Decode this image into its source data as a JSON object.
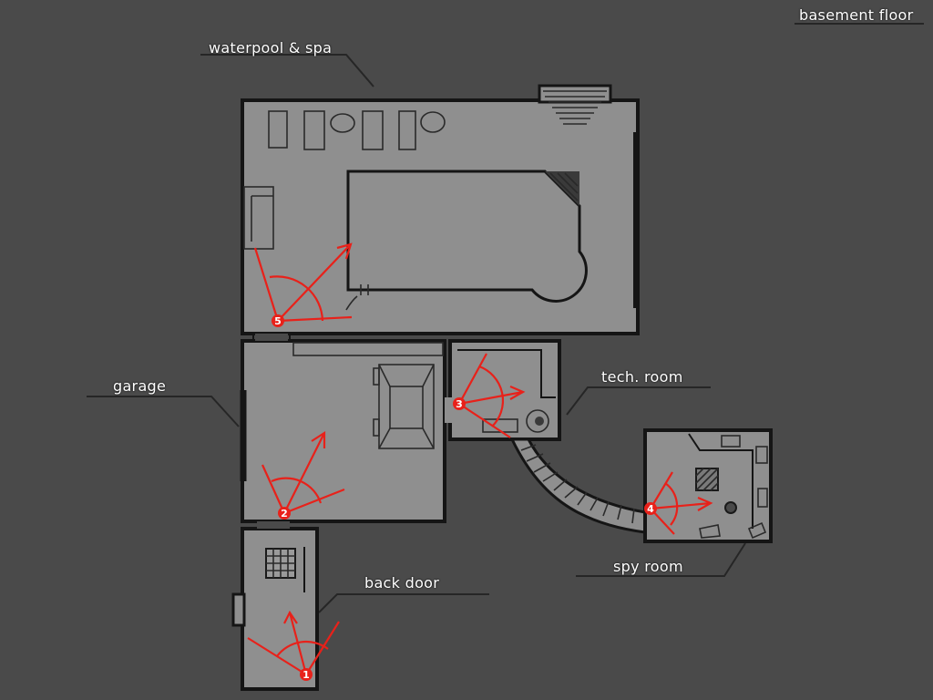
{
  "floor_title": "basement floor",
  "rooms": {
    "waterpool_spa": "waterpool & spa",
    "garage": "garage",
    "tech_room": "tech. room",
    "spy_room": "spy room",
    "back_door": "back door"
  },
  "cameras": [
    "1",
    "2",
    "3",
    "4",
    "5"
  ],
  "colors": {
    "background": "#4a4a4a",
    "floor": "#8f8f8f",
    "walls": "#151515",
    "camera": "#e8211a",
    "label": "#ffffff"
  }
}
